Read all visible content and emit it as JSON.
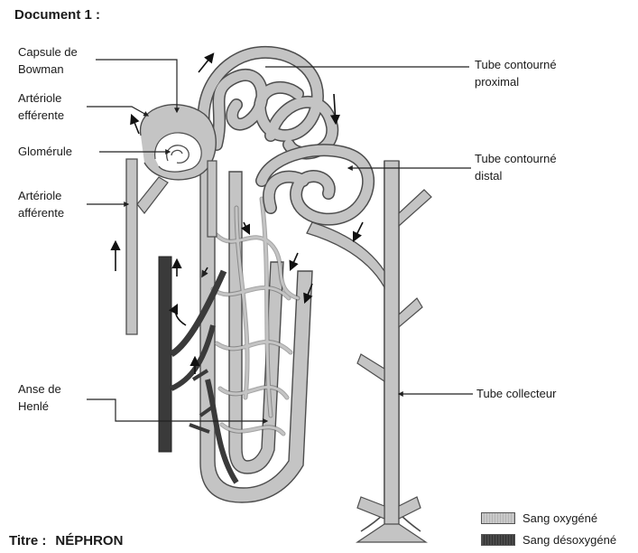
{
  "document_label": "Document 1 :",
  "labels": {
    "capsule": [
      "Capsule de",
      "Bowman"
    ],
    "arteriole_efferente": [
      "Artériole",
      "efférente"
    ],
    "glomerule": [
      "Glomérule"
    ],
    "arteriole_afferente": [
      "Artériole",
      "afférente"
    ],
    "anse_henle": [
      "Anse de",
      "Henlé"
    ],
    "tube_proximal": [
      "Tube contourné",
      "proximal"
    ],
    "tube_distal": [
      "Tube contourné",
      "distal"
    ],
    "tube_collecteur": [
      "Tube collecteur"
    ]
  },
  "title": {
    "prefix": "Titre :",
    "value": "NÉPHRON"
  },
  "legend": {
    "oxygenated": "Sang oxygéné",
    "deoxygenated": "Sang désoxygéné"
  },
  "colors": {
    "tube_fill": "#c4c4c4",
    "tube_stroke": "#4d4d4d",
    "deoxy_vessel": "#3a3a3a",
    "leader_line": "#222222"
  }
}
